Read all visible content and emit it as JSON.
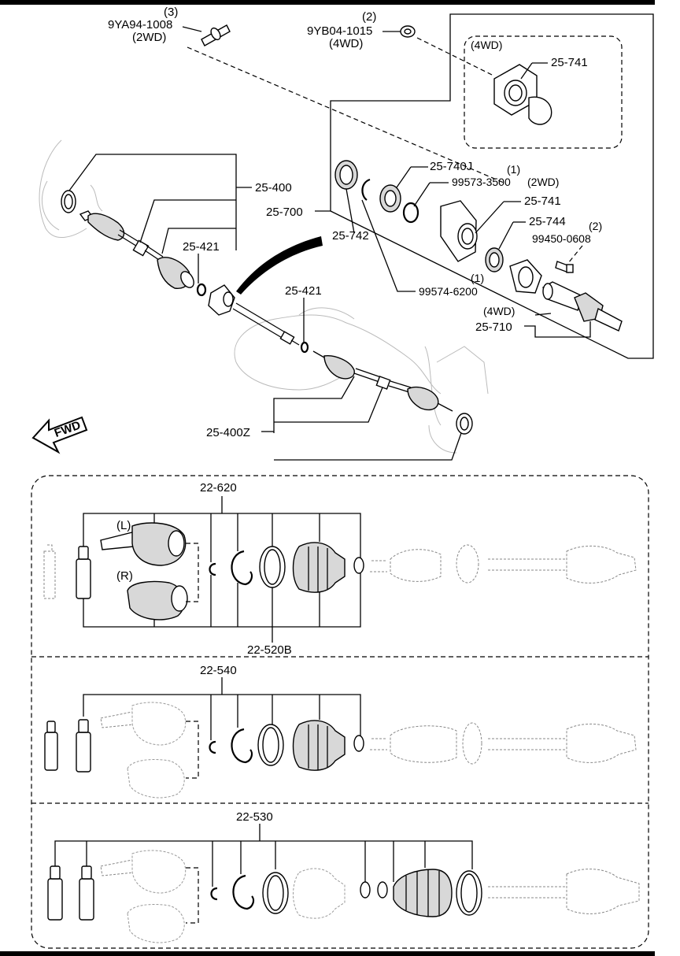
{
  "labels": {
    "qty_3": "(3)",
    "part_9ya94": "9YA94-1008",
    "note_2wd_a": "(2WD)",
    "qty_2a": "(2)",
    "part_9yb04": "9YB04-1015",
    "note_4wd_a": "(4WD)",
    "note_4wd_box": "(4WD)",
    "part_25741_top": "25-741",
    "part_25740j": "25-740J",
    "qty_1a": "(1)",
    "part_99573": "99573-3500",
    "note_2wd_b": "(2WD)",
    "part_25741": "25-741",
    "part_25744": "25-744",
    "qty_2b": "(2)",
    "part_99450": "99450-0608",
    "part_25400": "25-400",
    "part_25700": "25-700",
    "part_25742": "25-742",
    "part_25421a": "25-421",
    "part_25421b": "25-421",
    "qty_1b": "(1)",
    "part_99574": "99574-6200",
    "note_4wd_c": "(4WD)",
    "part_25710": "25-710",
    "part_25400z": "25-400Z",
    "fwd": "FWD",
    "part_22620": "22-620",
    "side_l": "(L)",
    "side_r": "(R)",
    "part_22520b": "22-520B",
    "part_22540": "22-540",
    "part_22530": "22-530"
  }
}
